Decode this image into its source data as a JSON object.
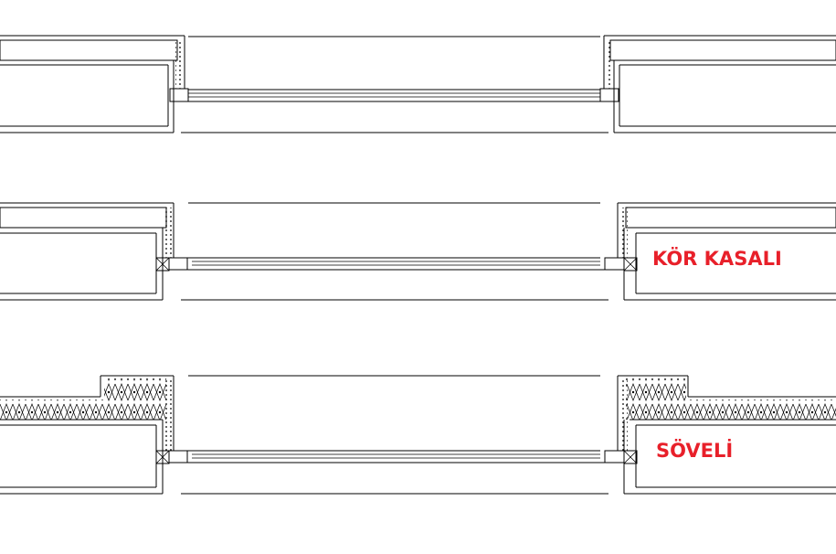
{
  "labels": {
    "kor_kasali": "KÖR KASALI",
    "soveli": "SÖVELİ"
  },
  "colors": {
    "label": "#e8202a",
    "line": "#000000",
    "background": "#ffffff"
  },
  "variants": [
    "standard",
    "kor-kasali",
    "soveli"
  ]
}
